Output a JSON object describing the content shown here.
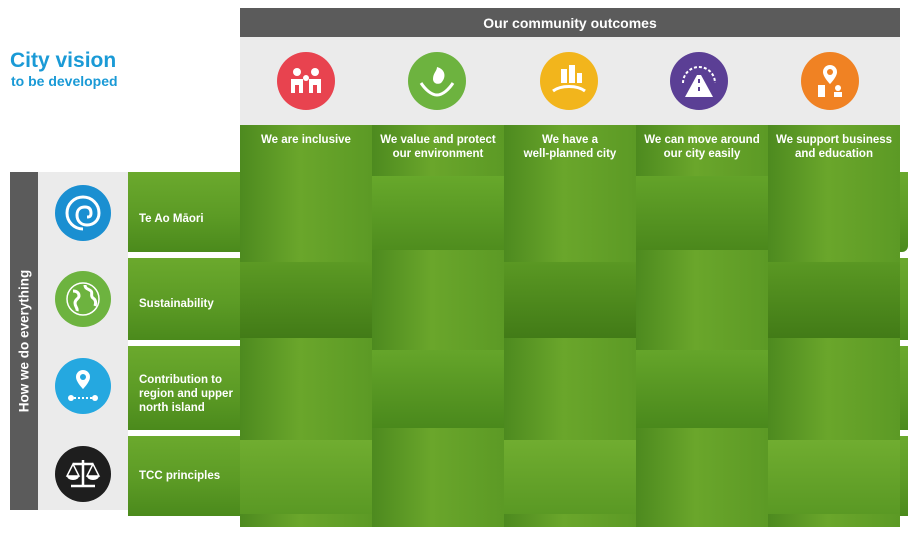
{
  "vision": {
    "title": "City vision",
    "subtitle": "to be developed"
  },
  "outcomes": {
    "header": "Our community outcomes",
    "items": [
      {
        "label_line1": "We are inclusive",
        "label_line2": "",
        "icon": "people-icon",
        "color": "#e8434f"
      },
      {
        "label_line1": "We value and protect",
        "label_line2": "our environment",
        "icon": "leaf-hands-icon",
        "color": "#6db33f"
      },
      {
        "label_line1": "We have a",
        "label_line2": "well-planned city",
        "icon": "city-plan-icon",
        "color": "#f2b51c"
      },
      {
        "label_line1": "We can move around",
        "label_line2": "our city easily",
        "icon": "road-icon",
        "color": "#5b3f95"
      },
      {
        "label_line1": "We support business",
        "label_line2": "and education",
        "icon": "business-location-icon",
        "color": "#f08223"
      }
    ]
  },
  "how": {
    "side_label": "How we do everything",
    "items": [
      {
        "label_line1": "Te Ao Māori",
        "label_line2": "",
        "label_line3": "",
        "icon": "koru-icon",
        "color": "#1a8fd1"
      },
      {
        "label_line1": "Sustainability",
        "label_line2": "",
        "label_line3": "",
        "icon": "globe-icon",
        "color": "#6db33f"
      },
      {
        "label_line1": "Contribution to",
        "label_line2": "region and upper",
        "label_line3": "north island",
        "icon": "map-pin-icon",
        "color": "#25a8e0"
      },
      {
        "label_line1": "TCC principles",
        "label_line2": "",
        "label_line3": "",
        "icon": "scales-icon",
        "color": "#1e1e1e"
      }
    ]
  }
}
